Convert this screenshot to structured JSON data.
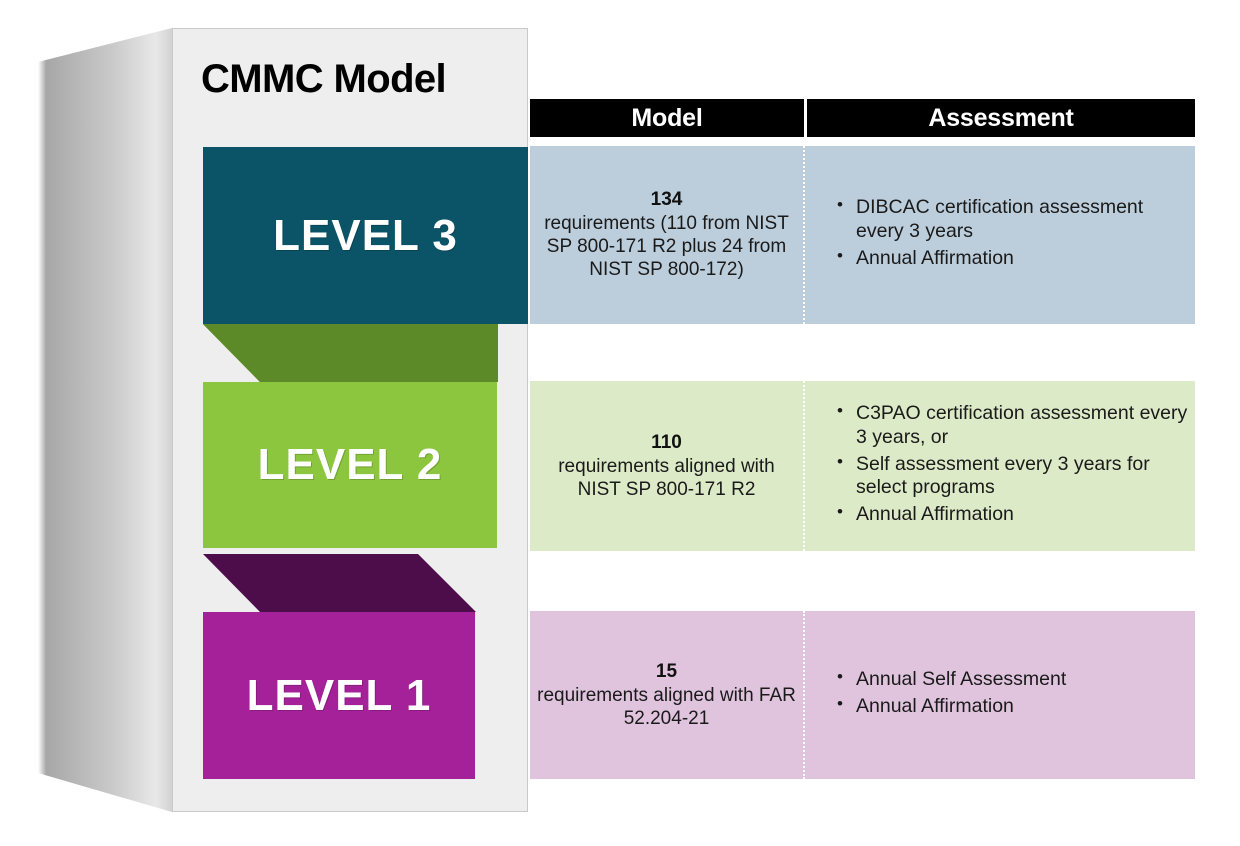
{
  "diagram": {
    "title": "CMMC Model",
    "columns": [
      {
        "key": "model",
        "label": "Model"
      },
      {
        "key": "assessment",
        "label": "Assessment"
      }
    ],
    "colors": {
      "level3_block": "#0b5468",
      "level3_band": "#bccddb",
      "level3_step": "#5d8a28",
      "level2_block": "#8cc63e",
      "level2_band": "#dceac7",
      "level2_step": "#4d0d4a",
      "level1_block": "#a5219a",
      "level1_band": "#e0c4de",
      "header_bar": "#000000",
      "card_background": "#eeeeee",
      "side_panel": "#b3b3b3"
    },
    "levels": [
      {
        "id": "level3",
        "label": "LEVEL 3",
        "model": {
          "count": "134",
          "description": "requirements (110 from NIST SP 800-171 R2 plus 24 from NIST SP 800-172)"
        },
        "assessment": [
          "DIBCAC certification assessment every 3 years",
          "Annual Affirmation"
        ]
      },
      {
        "id": "level2",
        "label": "LEVEL 2",
        "model": {
          "count": "110",
          "description": "requirements aligned with NIST SP 800-171 R2"
        },
        "assessment": [
          "C3PAO certification assessment every 3 years, or",
          "Self assessment every 3 years for select programs",
          "Annual Affirmation"
        ]
      },
      {
        "id": "level1",
        "label": "LEVEL 1",
        "model": {
          "count": "15",
          "description": "requirements aligned with FAR 52.204-21"
        },
        "assessment": [
          "Annual Self Assessment",
          "Annual Affirmation"
        ]
      }
    ]
  }
}
